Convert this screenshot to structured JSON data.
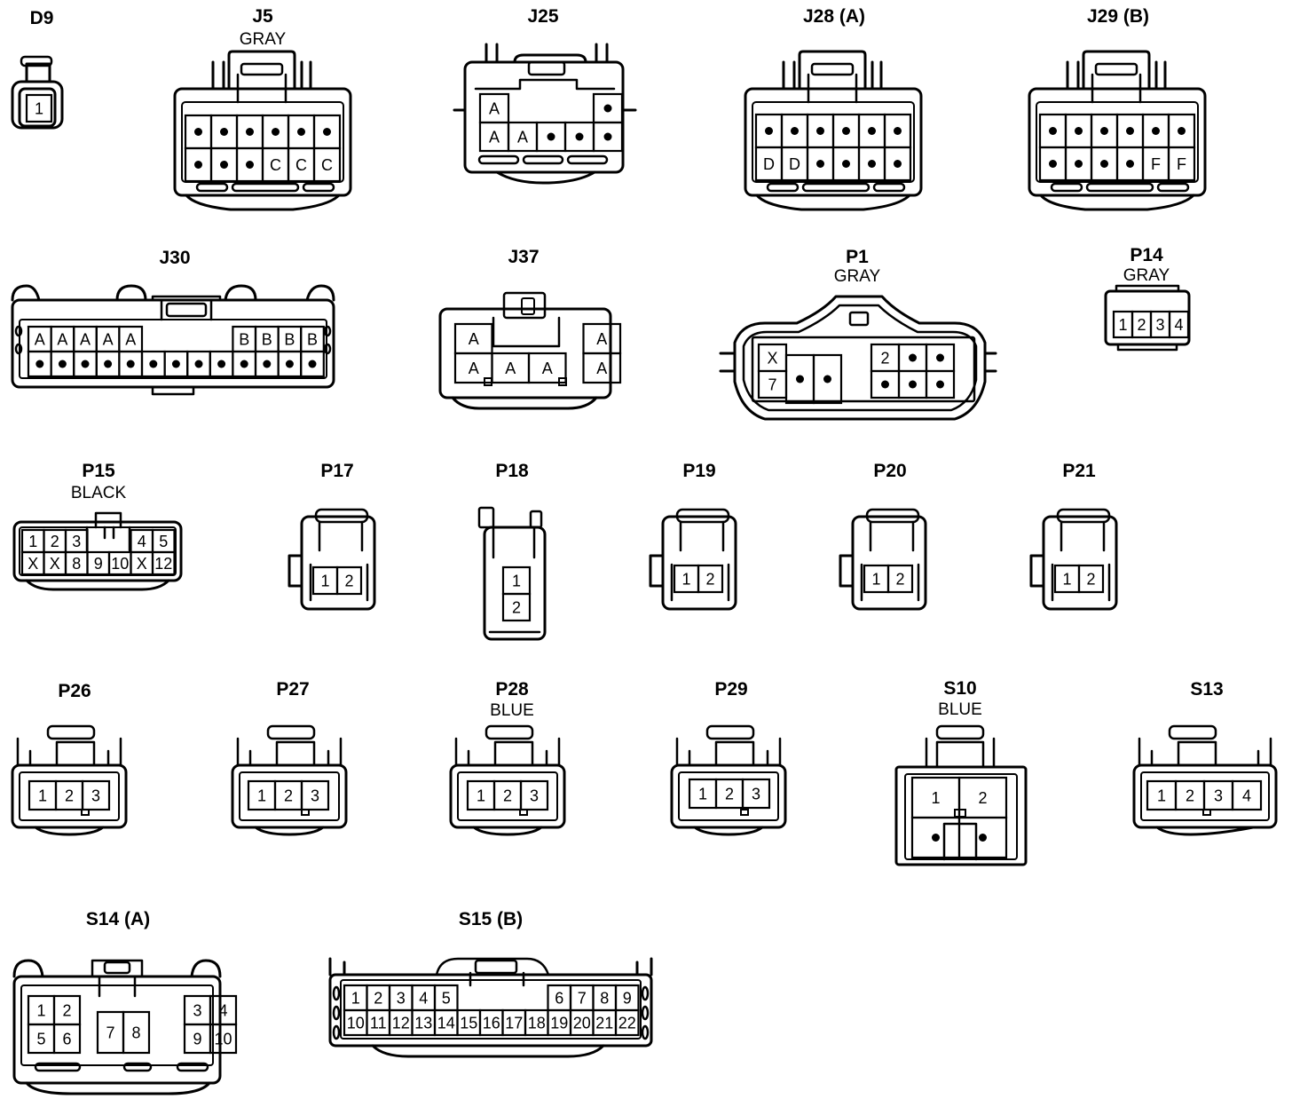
{
  "connectors": [
    {
      "id": "D9",
      "sub": "",
      "rows": [
        [
          "1"
        ]
      ]
    },
    {
      "id": "J5",
      "sub": "GRAY",
      "rows": [
        [
          "•",
          "•",
          "•",
          "•",
          "•",
          "•"
        ],
        [
          "•",
          "•",
          "•",
          "C",
          "C",
          "C"
        ]
      ]
    },
    {
      "id": "J25",
      "sub": "",
      "rows": [
        [
          "A",
          "",
          "",
          "",
          "•"
        ],
        [
          "A",
          "A",
          "•",
          "•",
          "•"
        ]
      ]
    },
    {
      "id": "J28 (A)",
      "sub": "",
      "rows": [
        [
          "•",
          "•",
          "•",
          "•",
          "•",
          "•"
        ],
        [
          "D",
          "D",
          "•",
          "•",
          "•",
          "•"
        ]
      ]
    },
    {
      "id": "J29 (B)",
      "sub": "",
      "rows": [
        [
          "•",
          "•",
          "•",
          "•",
          "•",
          "•"
        ],
        [
          "•",
          "•",
          "•",
          "•",
          "F",
          "F"
        ]
      ]
    },
    {
      "id": "J30",
      "sub": "",
      "rows": [
        [
          "A",
          "A",
          "A",
          "A",
          "A",
          "",
          "",
          "",
          "",
          "B",
          "B",
          "B",
          "B"
        ],
        [
          "•",
          "•",
          "•",
          "•",
          "•",
          "•",
          "•",
          "•",
          "•",
          "•",
          "•",
          "•",
          "•"
        ]
      ]
    },
    {
      "id": "J37",
      "sub": "",
      "rows": [
        [
          "A",
          "",
          "",
          "A"
        ],
        [
          "A",
          "A",
          "A",
          "A"
        ]
      ]
    },
    {
      "id": "P1",
      "sub": "GRAY",
      "rows": [
        [
          "X",
          "•",
          "•",
          "2",
          "•",
          "•"
        ],
        [
          "7",
          "",
          "",
          "•",
          "•",
          "•"
        ]
      ]
    },
    {
      "id": "P14",
      "sub": "GRAY",
      "rows": [
        [
          "1",
          "2",
          "3",
          "4"
        ]
      ]
    },
    {
      "id": "P15",
      "sub": "BLACK",
      "rows": [
        [
          "1",
          "2",
          "3",
          "",
          "",
          "4",
          "5"
        ],
        [
          "X",
          "X",
          "8",
          "9",
          "10",
          "X",
          "12"
        ]
      ]
    },
    {
      "id": "P17",
      "sub": "",
      "rows": [
        [
          "1",
          "2"
        ]
      ]
    },
    {
      "id": "P18",
      "sub": "",
      "rows": [
        [
          "1"
        ],
        [
          "2"
        ]
      ]
    },
    {
      "id": "P19",
      "sub": "",
      "rows": [
        [
          "1",
          "2"
        ]
      ]
    },
    {
      "id": "P20",
      "sub": "",
      "rows": [
        [
          "1",
          "2"
        ]
      ]
    },
    {
      "id": "P21",
      "sub": "",
      "rows": [
        [
          "1",
          "2"
        ]
      ]
    },
    {
      "id": "P26",
      "sub": "",
      "rows": [
        [
          "1",
          "2",
          "3"
        ]
      ]
    },
    {
      "id": "P27",
      "sub": "",
      "rows": [
        [
          "1",
          "2",
          "3"
        ]
      ]
    },
    {
      "id": "P28",
      "sub": "BLUE",
      "rows": [
        [
          "1",
          "2",
          "3"
        ]
      ]
    },
    {
      "id": "P29",
      "sub": "",
      "rows": [
        [
          "1",
          "2",
          "3"
        ]
      ]
    },
    {
      "id": "S10",
      "sub": "BLUE",
      "rows": [
        [
          "1",
          "2"
        ],
        [
          "•",
          "•"
        ]
      ]
    },
    {
      "id": "S13",
      "sub": "",
      "rows": [
        [
          "1",
          "2",
          "3",
          "4"
        ]
      ]
    },
    {
      "id": "S14 (A)",
      "sub": "",
      "rows": [
        [
          "1",
          "2",
          "",
          "",
          "3",
          "4"
        ],
        [
          "5",
          "6",
          "7",
          "8",
          "9",
          "10"
        ]
      ]
    },
    {
      "id": "S15 (B)",
      "sub": "",
      "rows": [
        [
          "1",
          "2",
          "3",
          "4",
          "5",
          "",
          "",
          "",
          "",
          "6",
          "7",
          "8",
          "9"
        ],
        [
          "10",
          "11",
          "12",
          "13",
          "14",
          "15",
          "16",
          "17",
          "18",
          "19",
          "20",
          "21",
          "22"
        ]
      ]
    }
  ]
}
